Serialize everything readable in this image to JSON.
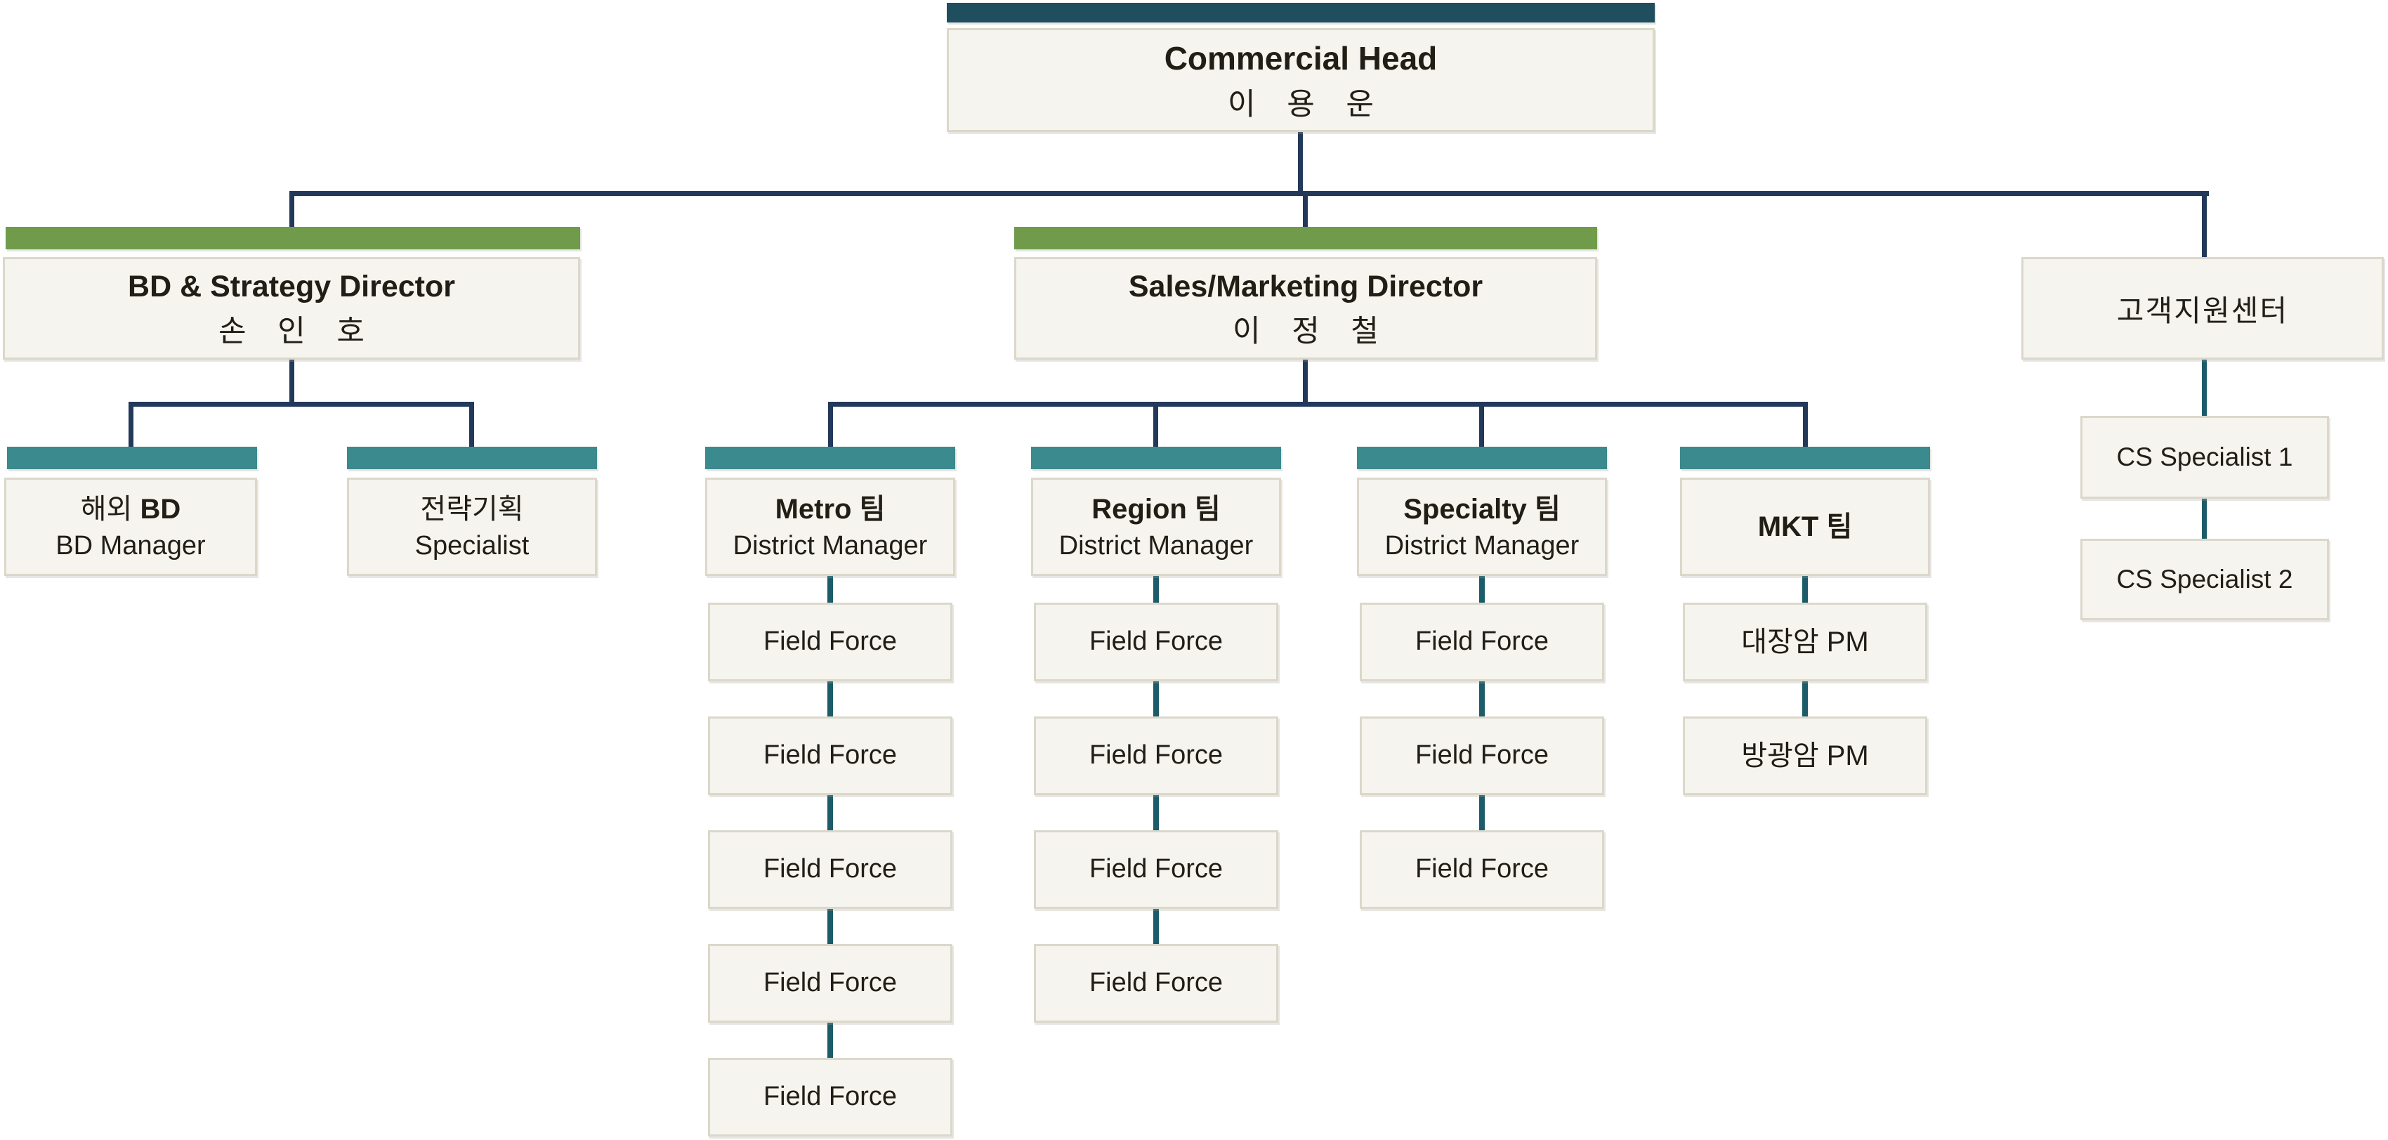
{
  "diagram": {
    "type": "org-chart",
    "colors": {
      "level1_bar": "#1f4e5f",
      "level2_bar": "#6f9b4b",
      "level3_bar": "#3b8a8e",
      "connector_navy": "#22395a",
      "connector_teal": "#1c5b69",
      "box_fill": "#f5f4ee",
      "box_border": "#dbd8cb",
      "text": "#211e16"
    }
  },
  "nodes": {
    "commercial_head": {
      "title": "Commercial Head",
      "person": "이 용 운"
    },
    "bd_strategy_director": {
      "title": "BD & Strategy Director",
      "person": "손 인 호"
    },
    "sales_marketing_director": {
      "title": "Sales/Marketing Director",
      "person": "이 정 철"
    },
    "customer_support_center": {
      "title": "고객지원센터"
    },
    "overseas_bd": {
      "title_regular": "해외 ",
      "title_bold": "BD",
      "subtitle": "BD Manager"
    },
    "strategic_planning": {
      "title": "전략기획",
      "subtitle": "Specialist"
    },
    "metro_team": {
      "title": "Metro 팀",
      "subtitle": "District Manager"
    },
    "region_team": {
      "title": "Region 팀",
      "subtitle": "District Manager"
    },
    "specialty_team": {
      "title": "Specialty 팀",
      "subtitle": "District Manager"
    },
    "mkt_team": {
      "title": "MKT 팀"
    },
    "metro_field_force": [
      "Field Force",
      "Field Force",
      "Field Force",
      "Field Force",
      "Field Force"
    ],
    "region_field_force": [
      "Field Force",
      "Field Force",
      "Field Force",
      "Field Force"
    ],
    "specialty_field_force": [
      "Field Force",
      "Field Force",
      "Field Force"
    ],
    "mkt_pms": [
      "대장암 PM",
      "방광암 PM"
    ],
    "cs_specialists": [
      "CS Specialist 1",
      "CS Specialist 2"
    ]
  }
}
